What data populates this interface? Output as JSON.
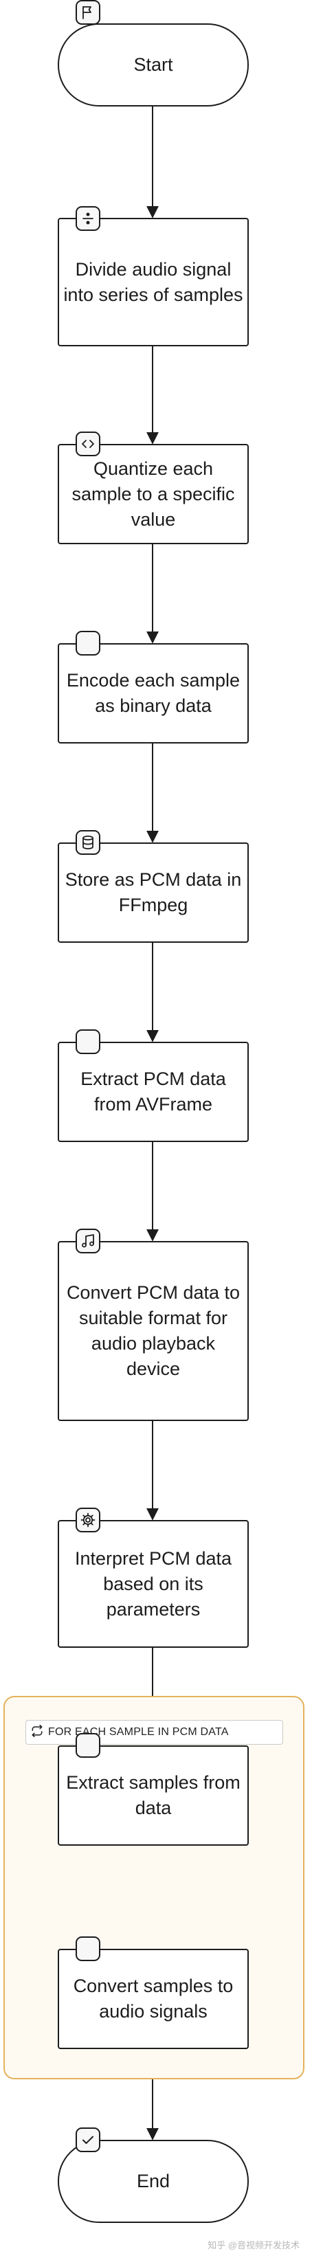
{
  "nodes": [
    {
      "id": "start",
      "label": "Start",
      "icon": "flag-icon"
    },
    {
      "id": "divide",
      "label": "Divide audio signal into series of samples",
      "icon": "divide-icon"
    },
    {
      "id": "quantize",
      "label": "Quantize each sample to a specific value",
      "icon": "code-icon"
    },
    {
      "id": "encode",
      "label": "Encode each sample as binary data",
      "icon": "blank-icon"
    },
    {
      "id": "store",
      "label": "Store as PCM data in FFmpeg",
      "icon": "database-icon"
    },
    {
      "id": "extract_frame",
      "label": "Extract PCM data from AVFrame",
      "icon": "blank-icon"
    },
    {
      "id": "convert_format",
      "label": "Convert PCM data to suitable format for audio playback device",
      "icon": "music-note-icon"
    },
    {
      "id": "interpret",
      "label": "Interpret PCM data based on its parameters",
      "icon": "gear-icon"
    },
    {
      "id": "extract_samples",
      "label": "Extract samples from data",
      "icon": "blank-icon"
    },
    {
      "id": "convert_signals",
      "label": "Convert samples to audio signals",
      "icon": "blank-icon"
    },
    {
      "id": "end",
      "label": "End",
      "icon": "checkmark-icon"
    }
  ],
  "loop": {
    "label": "FOR EACH SAMPLE IN PCM DATA",
    "icon": "repeat-icon"
  },
  "watermark": "知乎 @音视频开发技术"
}
